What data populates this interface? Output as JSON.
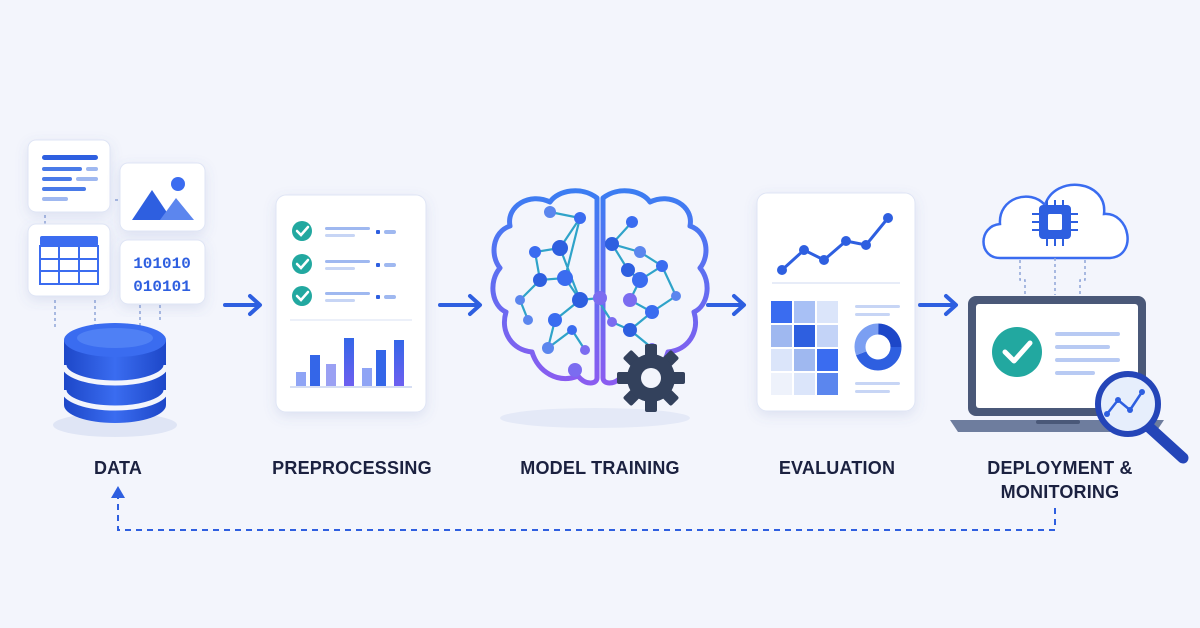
{
  "stages": [
    {
      "label": "DATA"
    },
    {
      "label": "PREPROCESSING"
    },
    {
      "label": "MODEL TRAINING"
    },
    {
      "label": "EVALUATION"
    },
    {
      "label": "DEPLOYMENT & MONITORING",
      "lines": [
        "DEPLOYMENT &",
        "MONITORING"
      ]
    }
  ],
  "data_stage": {
    "binary_lines": [
      "101010",
      "010101"
    ]
  },
  "colors": {
    "background": "#f3f5fc",
    "primary_blue": "#2e5fe0",
    "dark_blue": "#1e3fb0",
    "light_blue": "#8fb0f5",
    "purple": "#7b6cf0",
    "teal_check": "#22a8a0",
    "label_text": "#1b2140",
    "gear": "#33415c"
  },
  "icons": [
    "database-icon",
    "document-icon",
    "image-icon",
    "table-icon",
    "binary-icon",
    "checklist-icon",
    "bar-chart-icon",
    "brain-network-icon",
    "gear-icon",
    "line-chart-icon",
    "confusion-matrix-icon",
    "donut-chart-icon",
    "cloud-icon",
    "chip-icon",
    "laptop-icon",
    "magnifier-icon",
    "check-circle-icon",
    "arrow-icon"
  ]
}
